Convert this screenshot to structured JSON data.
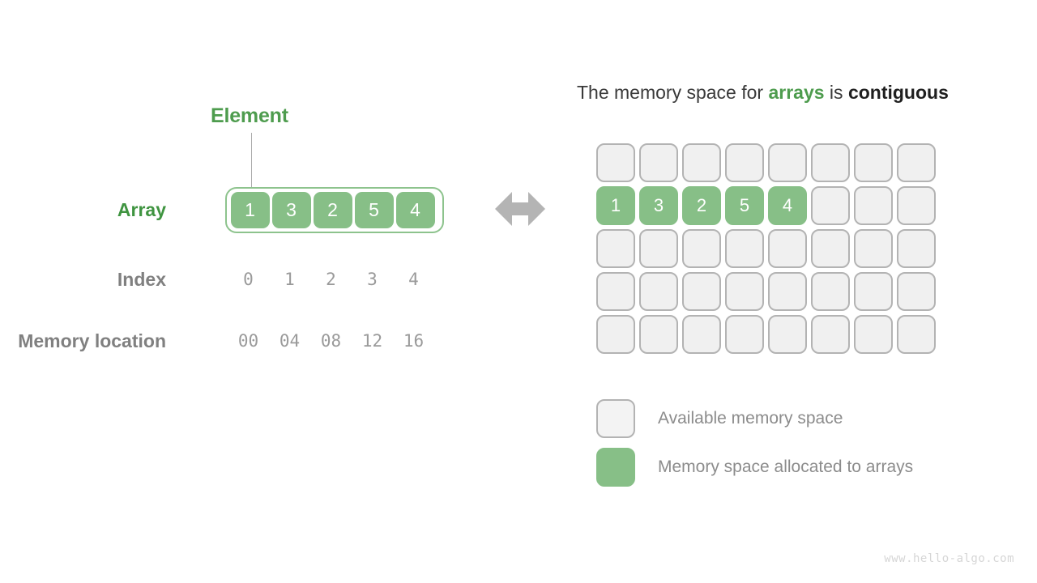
{
  "diagram": {
    "left": {
      "element_label": "Element",
      "row_labels": {
        "array": "Array",
        "index": "Index",
        "memory": "Memory location"
      },
      "array_values": [
        "1",
        "3",
        "2",
        "5",
        "4"
      ],
      "index_values": [
        "0",
        "1",
        "2",
        "3",
        "4"
      ],
      "memory_values": [
        "00",
        "04",
        "08",
        "12",
        "16"
      ]
    },
    "center": {
      "arrow_icon": "double-arrow-horizontal-icon"
    },
    "right": {
      "title_prefix": "The memory space for ",
      "title_emphasis_1": "arrays",
      "title_middle": " is ",
      "title_emphasis_2": "contiguous",
      "grid": {
        "rows": 5,
        "cols": 8,
        "filled_row_index": 1,
        "filled_values": [
          "1",
          "3",
          "2",
          "5",
          "4"
        ]
      },
      "legend": [
        {
          "swatch": "empty",
          "label": "Available memory space"
        },
        {
          "swatch": "filled",
          "label": "Memory space allocated to arrays"
        }
      ]
    },
    "watermark": "www.hello-algo.com",
    "colors": {
      "accent_green": "#4e9c4e",
      "cell_green": "#87bf87",
      "empty_cell_fill": "#f0f0f0",
      "empty_cell_border": "#b3b3b3",
      "muted_text": "#8c8c8c",
      "arrow_gray": "#b4b4b4"
    }
  }
}
